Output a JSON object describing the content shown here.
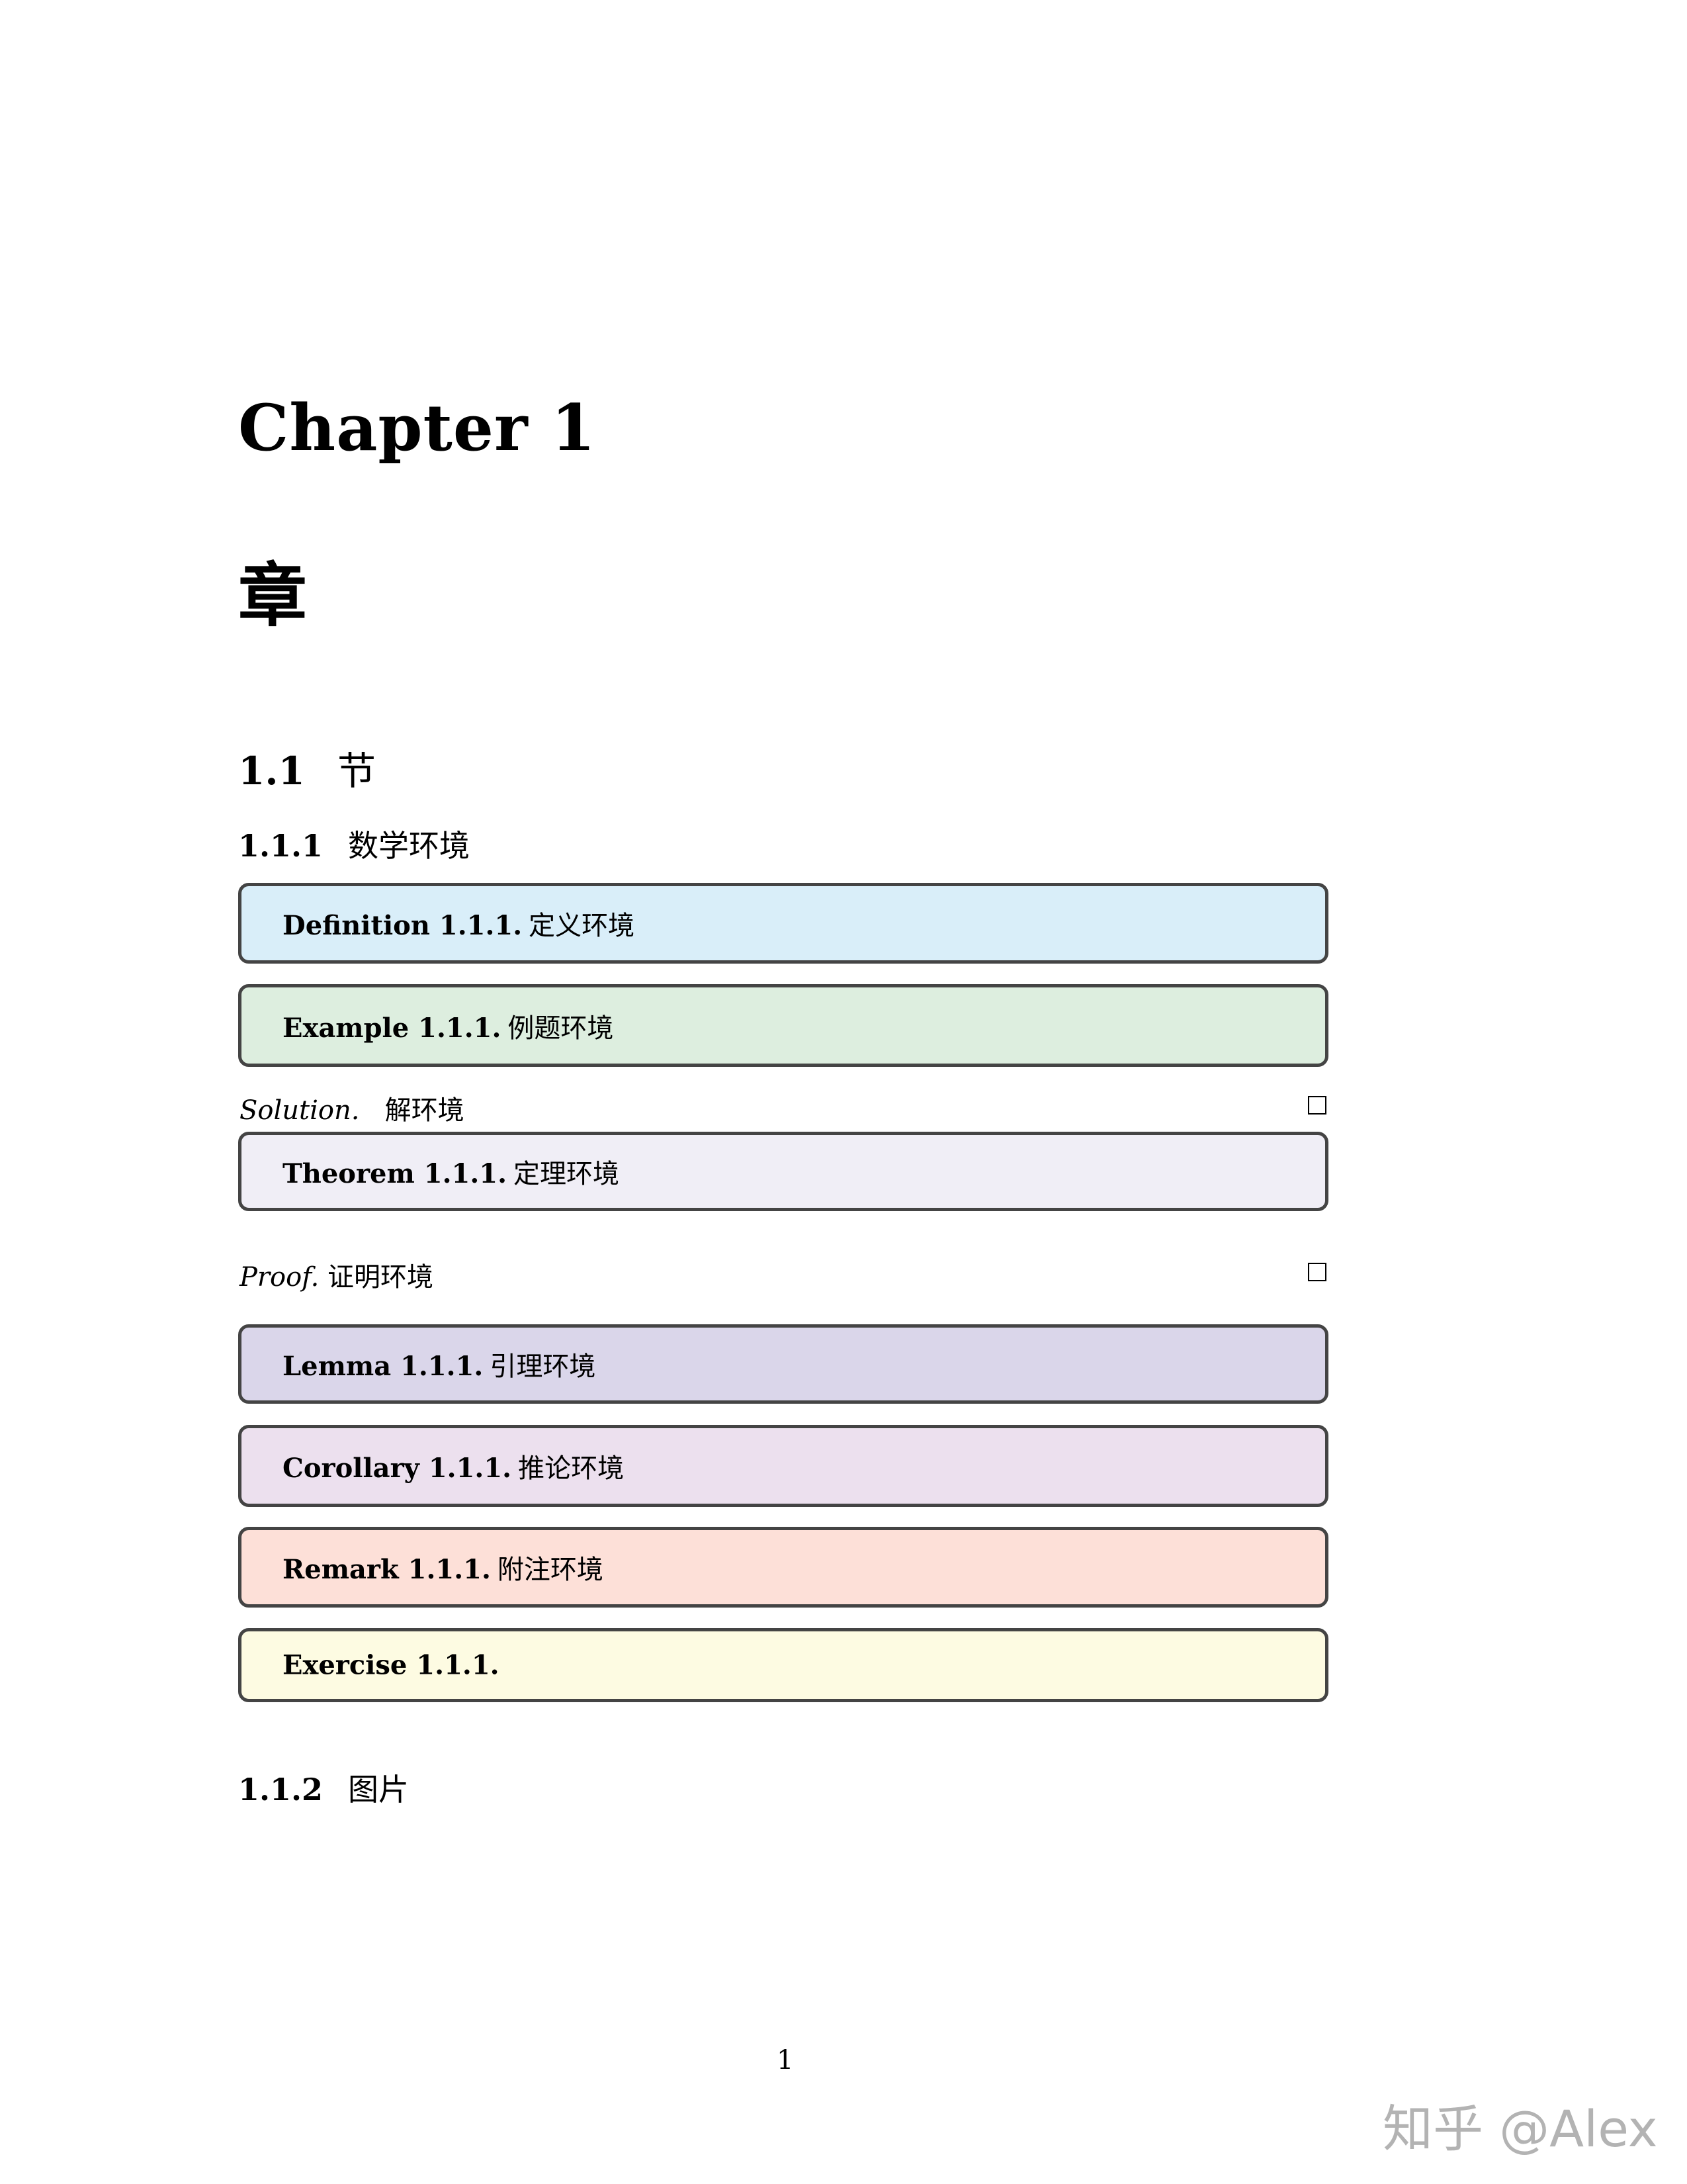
{
  "chapter": {
    "label": "Chapter 1",
    "title": "章"
  },
  "section": {
    "number": "1.1",
    "title": "节"
  },
  "subsections": [
    {
      "number": "1.1.1",
      "title": "数学环境"
    },
    {
      "number": "1.1.2",
      "title": "图片"
    }
  ],
  "boxes": [
    {
      "label": "Definition 1.1.1.",
      "body": "定义环境",
      "bg": "#d9eef9"
    },
    {
      "label": "Example 1.1.1.",
      "body": "例题环境",
      "bg": "#ddeedf"
    },
    {
      "label": "Theorem 1.1.1.",
      "body": "定理环境",
      "bg": "#f0eef6"
    },
    {
      "label": "Lemma 1.1.1.",
      "body": "引理环境",
      "bg": "#dad6ea"
    },
    {
      "label": "Corollary 1.1.1.",
      "body": "推论环境",
      "bg": "#ece0ee"
    },
    {
      "label": "Remark 1.1.1.",
      "body": "附注环境",
      "bg": "#fde0d8"
    },
    {
      "label": "Exercise 1.1.1.",
      "body": "",
      "bg": "#fdfbe2"
    }
  ],
  "solution": {
    "label": "Solution.",
    "body": "解环境",
    "qed": "□"
  },
  "proof": {
    "label": "Proof.",
    "body": "证明环境",
    "qed": "□"
  },
  "border_color": "#444444",
  "page_number": "1",
  "watermark": "知乎 @Alex"
}
